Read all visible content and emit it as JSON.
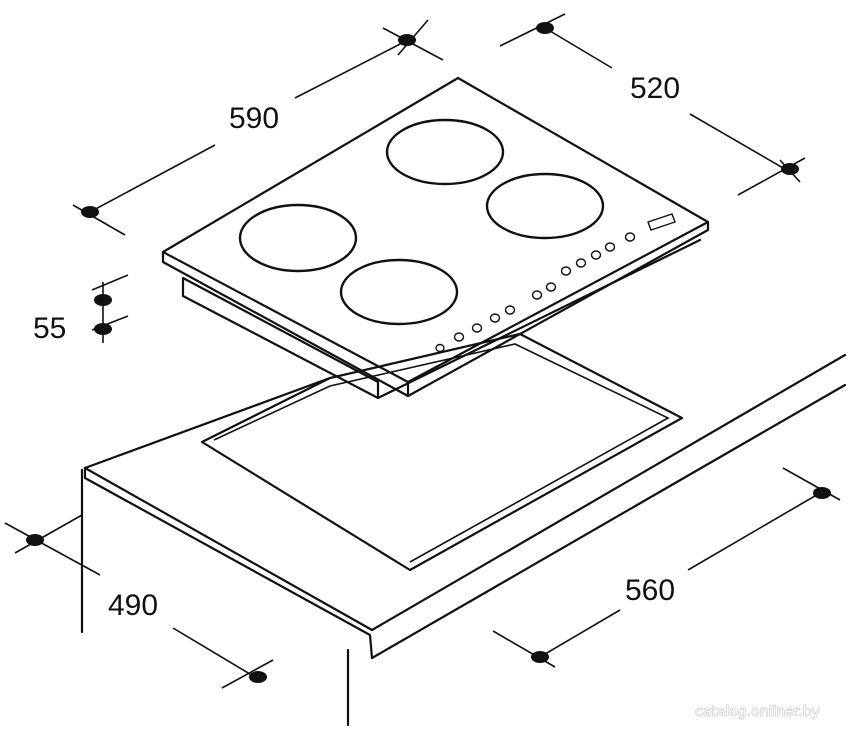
{
  "figure": {
    "subject": "built-in cooktop installation dimensions",
    "dimensions": {
      "hob_width": "590",
      "hob_depth": "520",
      "hob_height": "55",
      "cutout_depth": "490",
      "cutout_width": "560"
    },
    "watermark": "catalog.onliner.by"
  }
}
